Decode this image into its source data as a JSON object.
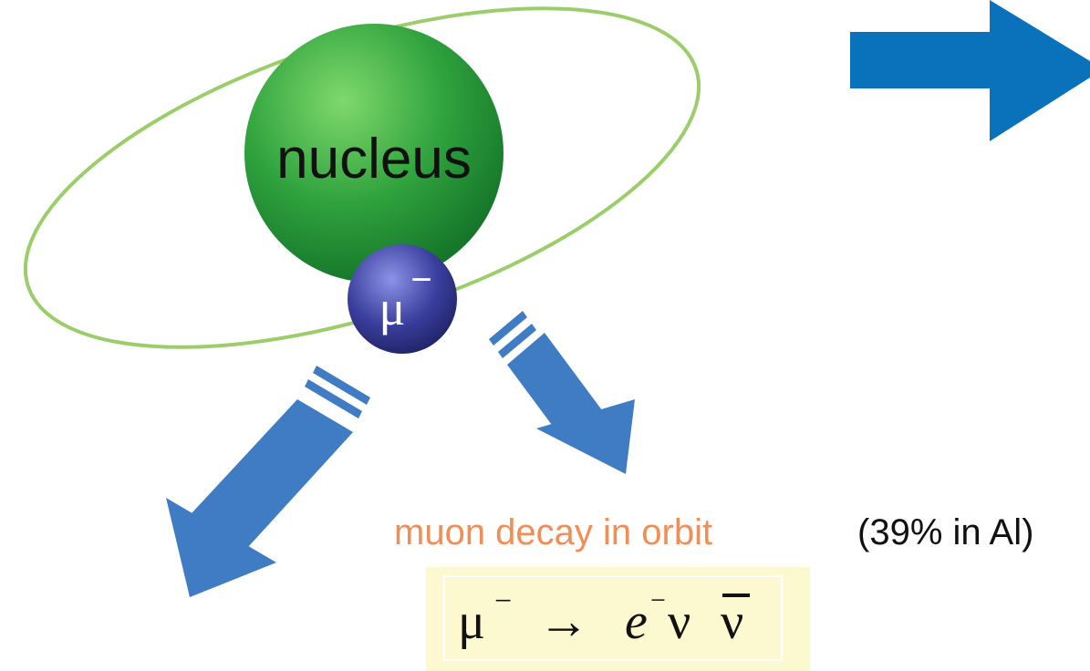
{
  "nucleus": {
    "label": "nucleus"
  },
  "muon": {
    "label": "μ",
    "charge": "−"
  },
  "decay": {
    "label": "muon decay in orbit",
    "fraction_note": "(39% in Al)",
    "equation": {
      "mu": "μ",
      "mu_charge": "−",
      "arrow": "→",
      "e": "e",
      "e_charge": "−",
      "nu": "ν",
      "nubar": "ν"
    }
  },
  "colors": {
    "nucleus": "#33a03f",
    "orbit": "#9bce6a",
    "muon": "#3a3d9c",
    "arrow_big": "#0a72ba",
    "arrow_decay": "#3f7cc3",
    "decay_label": "#f08e58",
    "equation_bg": "#fcf8d0"
  }
}
